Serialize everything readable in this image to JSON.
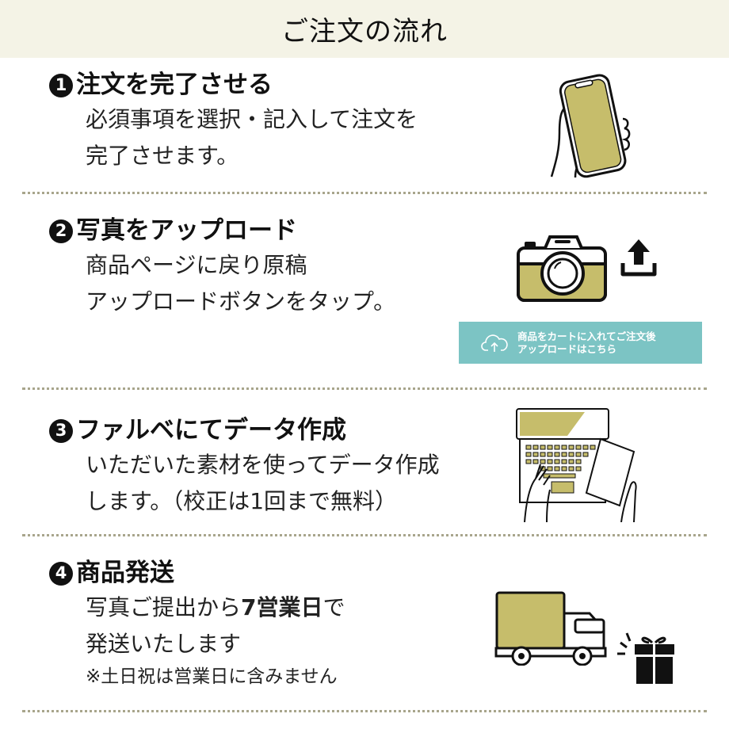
{
  "header": {
    "title": "ご注文の流れ",
    "background": "#f4f3e6"
  },
  "accent_color": "#c6bd6b",
  "button_color": "#7cc4c4",
  "steps": [
    {
      "number": "1",
      "title": "注文を完了させる",
      "lines": [
        "必須事項を選択・記入して注文を",
        "完了させます。"
      ],
      "icon": "hand-holding-smartphone-icon"
    },
    {
      "number": "2",
      "title": "写真をアップロード",
      "lines": [
        "商品ページに戻り原稿",
        "アップロードボタンをタップ。"
      ],
      "icon": "camera-icon",
      "secondary_icon": "upload-arrow-icon",
      "button": {
        "line1": "商品をカートに入れてご注文後",
        "line2": "アップロードはこちら",
        "icon": "cloud-upload-icon"
      }
    },
    {
      "number": "3",
      "title": "ファルベにてデータ作成",
      "lines": [
        "いただいた素材を使ってデータ作成",
        "します。（校正は1回まで無料）"
      ],
      "icon": "laptop-typing-icon"
    },
    {
      "number": "4",
      "title": "商品発送",
      "line1_prefix": "写真ご提出から",
      "line1_bold": "7営業日",
      "line1_suffix": "で",
      "line2": "発送いたします",
      "note": "※土日祝は営業日に含みません",
      "icon": "delivery-truck-icon",
      "secondary_icon": "gift-box-icon"
    }
  ]
}
